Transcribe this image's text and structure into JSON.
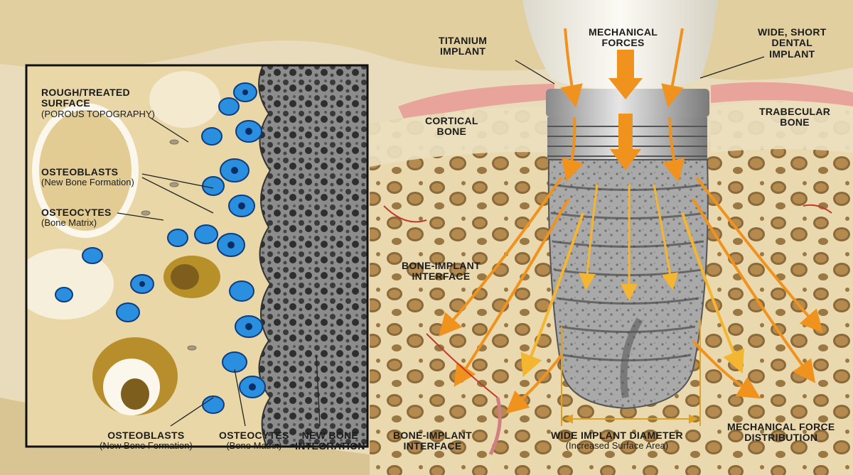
{
  "labels": {
    "titanium_implant": [
      "TITANIUM",
      "IMPLANT"
    ],
    "mechanical_forces": [
      "MECHANICAL",
      "FORCES"
    ],
    "wide_short": [
      "WIDE, SHORT",
      "DENTAL",
      "IMPLANT"
    ],
    "cortical_bone": [
      "CORTICAL",
      "BONE"
    ],
    "trabecular_bone": [
      "TRABECULAR",
      "BONE"
    ],
    "bone_implant_interface_mid": [
      "BONE-IMPLANT",
      "INTERFACE"
    ],
    "bone_implant_interface_bottom": [
      "BONE-IMPLANT",
      "INTERFACE"
    ],
    "rough_surface": [
      "ROUGH/TREATED",
      "SURFACE",
      "(POROUS TOPOGRAPHY)"
    ],
    "osteoblasts_inset": {
      "title": "OSTEOBLASTS",
      "sub": "(New Bone Formation)"
    },
    "osteocytes_inset": {
      "title": "OSTEOCYTES",
      "sub": "(Bone Matrix)"
    },
    "osteoblasts_bottom": {
      "title": "OSTEOBLASTS",
      "sub": "(New Bone Formation)"
    },
    "osteocytes_bottom": {
      "title": "OSTEOCYTES",
      "sub": "(Bone Matrix)"
    },
    "new_bone": [
      "NEW BONE",
      "INTEGRATION"
    ],
    "wide_diameter": {
      "title": "WIDE IMPLANT DIAMETER",
      "sub": "(Increased Surface Area)"
    },
    "force_distribution": [
      "MECHANICAL FORCE",
      "DISTRIBUTION"
    ]
  },
  "colors": {
    "bone": "#eadcb6",
    "bone_dark": "#c9ad75",
    "gum": "#e8a39a",
    "titanium": "#9a9a9a",
    "osteoblast": "#2b8fe0",
    "arrow": "#f0921e",
    "arrow_yellow": "#f4c430"
  }
}
